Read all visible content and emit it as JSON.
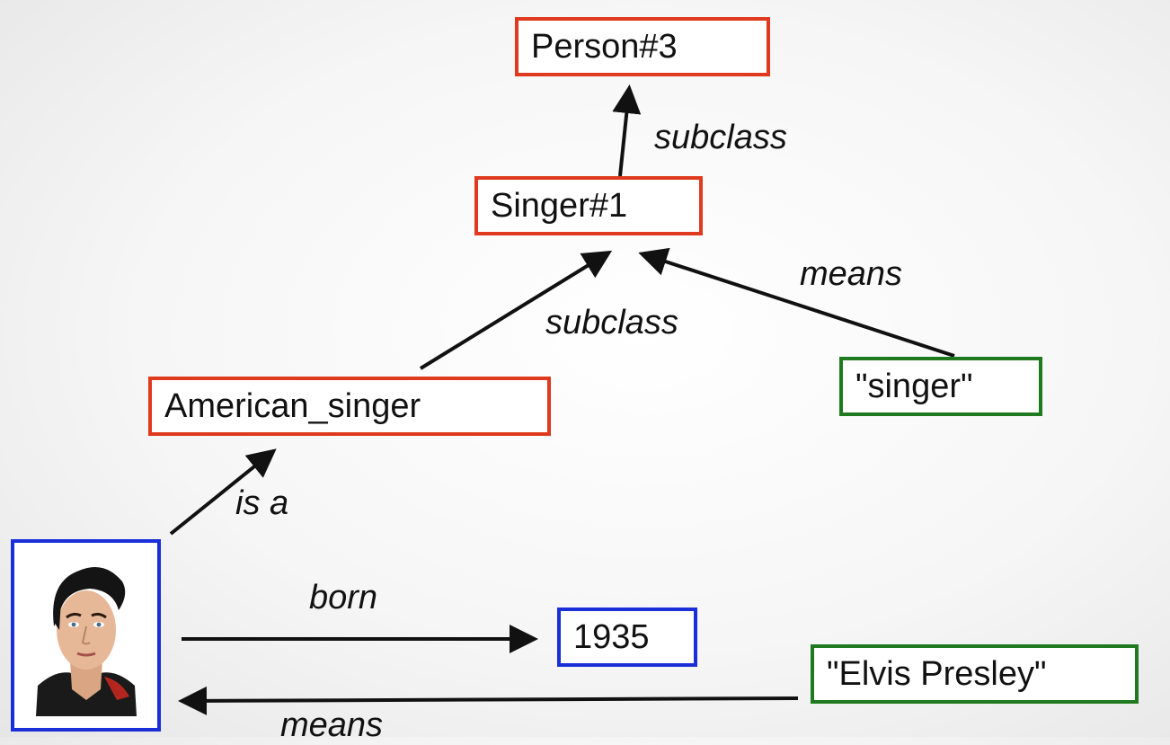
{
  "colors": {
    "class_border": "#e03a1e",
    "literal_border": "#1f7a1f",
    "instance_border": "#1a2fd8",
    "arrow": "#111111"
  },
  "nodes": {
    "person3": {
      "label": "Person#3",
      "kind": "class"
    },
    "singer1": {
      "label": "Singer#1",
      "kind": "class"
    },
    "american_singer": {
      "label": "American_singer",
      "kind": "class"
    },
    "singer_literal": {
      "label": "\"singer\"",
      "kind": "literal"
    },
    "year_1935": {
      "label": "1935",
      "kind": "instance"
    },
    "elvis_literal": {
      "label": "\"Elvis Presley\"",
      "kind": "literal"
    },
    "elvis_photo": {
      "kind": "instance",
      "icon": "elvis-portrait-icon"
    }
  },
  "edges": [
    {
      "from": "singer1",
      "to": "person3",
      "label": "subclass"
    },
    {
      "from": "american_singer",
      "to": "singer1",
      "label": "subclass"
    },
    {
      "from": "singer_literal",
      "to": "singer1",
      "label": "means"
    },
    {
      "from": "elvis_photo",
      "to": "american_singer",
      "label": "is a"
    },
    {
      "from": "elvis_photo",
      "to": "year_1935",
      "label": "born"
    },
    {
      "from": "elvis_literal",
      "to": "elvis_photo",
      "label": "means"
    }
  ]
}
